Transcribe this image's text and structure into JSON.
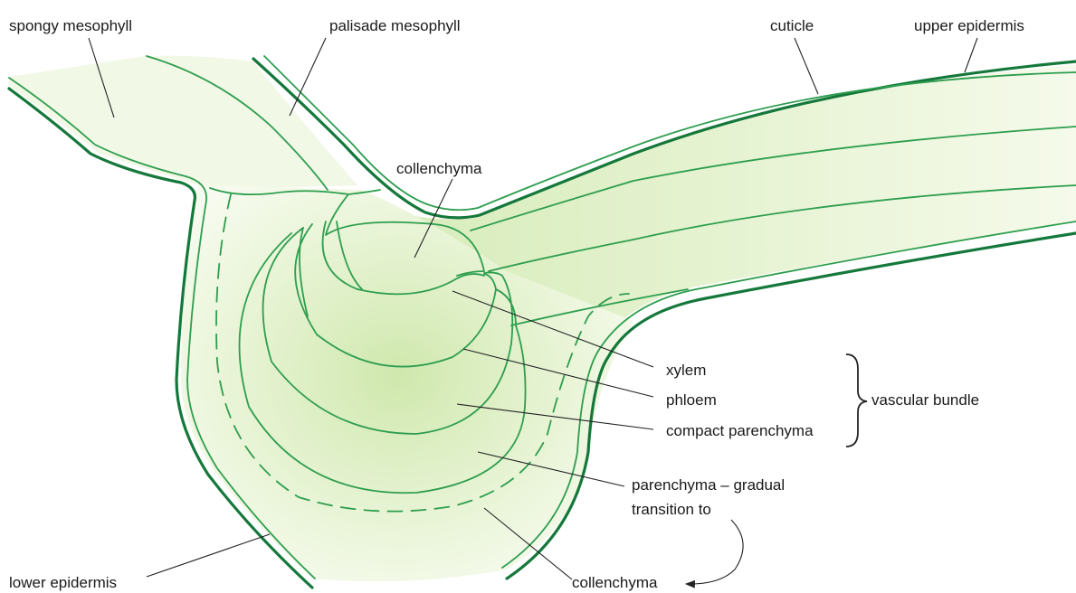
{
  "labels": {
    "spongy_mesophyll": "spongy mesophyll",
    "palisade_mesophyll": "palisade mesophyll",
    "cuticle": "cuticle",
    "upper_epidermis": "upper epidermis",
    "collenchyma_top": "collenchyma",
    "xylem": "xylem",
    "phloem": "phloem",
    "compact_parenchyma": "compact parenchyma",
    "vascular_bundle": "vascular bundle",
    "parenchyma_line1": "parenchyma – gradual",
    "parenchyma_line2": "transition to",
    "collenchyma_bottom": "collenchyma",
    "lower_epidermis": "lower epidermis"
  },
  "colors": {
    "epidermis": "#15783b",
    "tissue_line": "#2e9e4f",
    "fill_light": "#f1f8e2",
    "fill_dark": "#d3ebb4"
  }
}
